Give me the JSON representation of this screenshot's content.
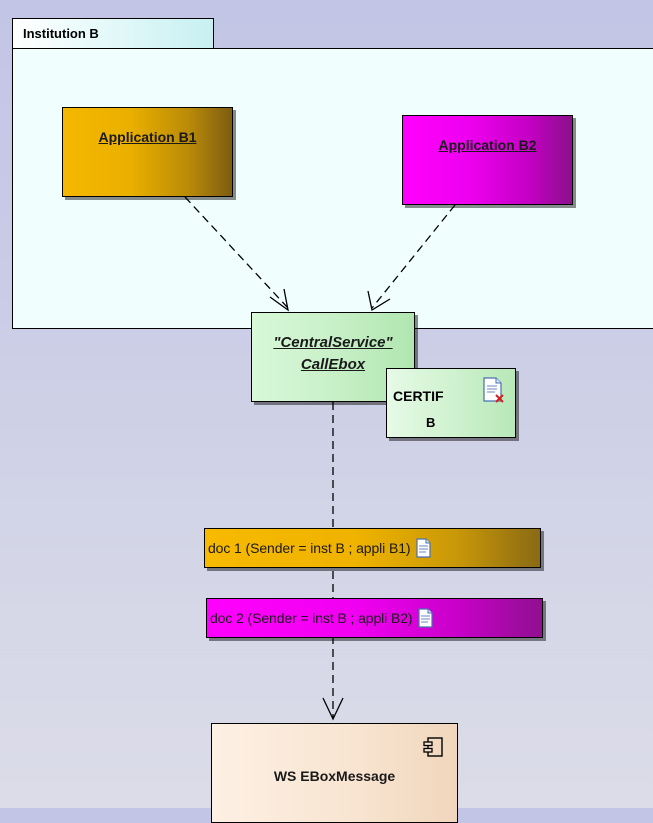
{
  "package": {
    "title": "Institution B"
  },
  "applications": [
    {
      "name": "Application B1",
      "color": "#f5b800"
    },
    {
      "name": "Application B2",
      "color": "#ff00ff"
    }
  ],
  "central_service": {
    "stereotype": "\"CentralService\"",
    "name": "CallEbox",
    "color": "#c8f0c8"
  },
  "certificate": {
    "line1": "CERTIF",
    "line2": "B",
    "icon": "certificate-document-icon"
  },
  "documents": [
    {
      "label": "doc 1 (Sender = inst B ; appli B1)",
      "icon": "document-icon",
      "color": "#f7ba00"
    },
    {
      "label": "doc 2 (Sender = inst B ; appli B2)",
      "icon": "document-icon",
      "color": "#ff00ff"
    }
  ],
  "component": {
    "name": "WS EBoxMessage",
    "icon": "component-icon",
    "color": "#f8e4d0"
  }
}
